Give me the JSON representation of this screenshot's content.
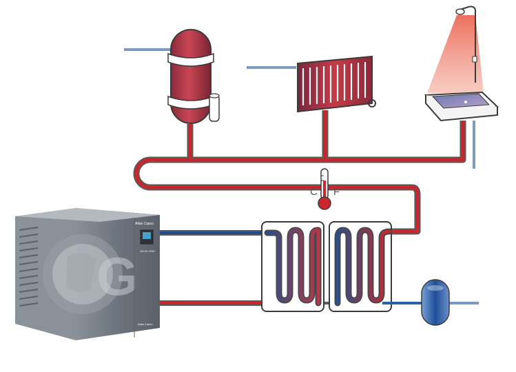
{
  "diagram": {
    "thermometer": {
      "scale_left": "C",
      "scale_right": "F"
    },
    "compressor": {
      "brand": "Atlas Copco",
      "model": "GA 90 VSD+",
      "letter": "G",
      "footer_brand": "Atlas Copco"
    },
    "colors": {
      "hot_pipe": "#c8282d",
      "cold_pipe": "#1f4f8f",
      "inlet_pipe": "#7d9bc0",
      "pipe_outline": "#5a5a5a",
      "compressor_body": "#7b828b",
      "hot_tank": "#c0303b",
      "cold_tank": "#2d5ea8"
    },
    "icons": [
      "water-heater-tank-icon",
      "radiator-icon",
      "shower-icon",
      "thermometer-icon",
      "heat-exchanger-icon",
      "cold-water-tank-icon",
      "air-compressor-icon"
    ]
  }
}
